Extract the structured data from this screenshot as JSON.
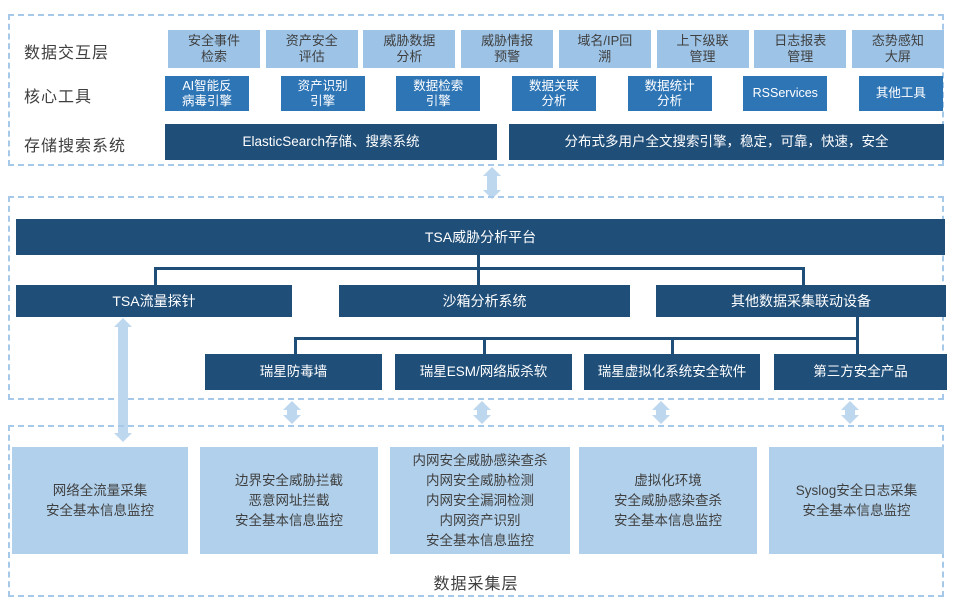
{
  "colors": {
    "light_box": "#9DC3E6",
    "medium_box": "#2E75B6",
    "dark_box": "#1F4E79",
    "pale_box": "#B1D0EB",
    "arrow": "#BDD7EE",
    "dashed_border": "#A6C9E9",
    "text_dark": "#3F3F3F",
    "text_light": "#FFFFFF"
  },
  "interaction_layer": {
    "label": "数据交互层",
    "boxes": [
      "安全事件\n检索",
      "资产安全\n评估",
      "威胁数据\n分析",
      "威胁情报\n预警",
      "域名/IP回\n溯",
      "上下级联\n管理",
      "日志报表\n管理",
      "态势感知\n大屏"
    ]
  },
  "core_tools": {
    "label": "核心工具",
    "boxes": [
      "AI智能反\n病毒引擎",
      "资产识别\n引擎",
      "数据检索\n引擎",
      "数据关联\n分析",
      "数据统计\n分析",
      "RSServices",
      "其他工具"
    ]
  },
  "storage_search": {
    "label": "存储搜索系统",
    "boxes": [
      "ElasticSearch存储、搜索系统",
      "分布式多用户全文搜索引擎，稳定，可靠，快速，安全"
    ]
  },
  "platform_layer": {
    "platform": "TSA威胁分析平台",
    "collectors": [
      "TSA流量探针",
      "沙箱分析系统",
      "其他数据采集联动设备"
    ],
    "products": [
      "瑞星防毒墙",
      "瑞星ESM/网络版杀软",
      "瑞星虚拟化系统安全软件",
      "第三方安全产品"
    ]
  },
  "collection_layer": {
    "label": "数据采集层",
    "boxes": [
      "网络全流量采集\n安全基本信息监控",
      "边界安全威胁拦截\n恶意网址拦截\n安全基本信息监控",
      "内网安全威胁感染查杀\n内网安全威胁检测\n内网安全漏洞检测\n内网资产识别\n安全基本信息监控",
      "虚拟化环境\n安全威胁感染查杀\n安全基本信息监控",
      "Syslog安全日志采集\n安全基本信息监控"
    ]
  }
}
